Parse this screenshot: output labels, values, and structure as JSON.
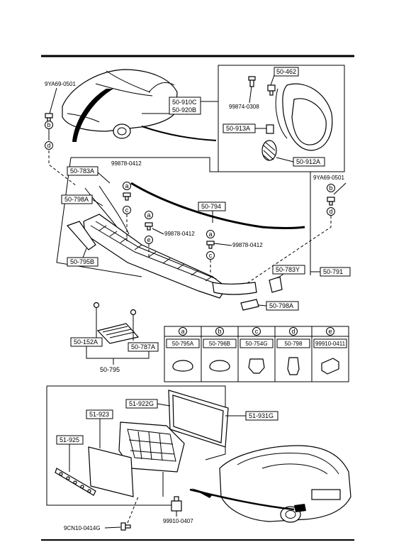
{
  "callouts": {
    "c_9ya69_left": "9YA69-0501",
    "c_50_910c": "50-910C",
    "c_50_920b": "50-920B",
    "c_50_462": "50-462",
    "c_99874_0308": "99874-0308",
    "c_50_913a": "50-913A",
    "c_50_912a": "50-912A",
    "c_9ya69_right": "9YA69-0501",
    "c_50_783a": "50-783A",
    "c_99878_0412_a": "99878-0412",
    "c_50_798a_top": "50-798A",
    "c_50_794": "50-794",
    "c_99878_0412_b": "99878-0412",
    "c_99878_0412_c": "99878-0412",
    "c_50_795b": "50-795B",
    "c_50_783y": "50-783Y",
    "c_50_791": "50-791",
    "c_50_798a_bot": "50-798A",
    "c_50_152a": "50-152A",
    "c_50_787a": "50-787A",
    "c_50_795": "50-795",
    "c_51_922g": "51-922G",
    "c_51_923": "51-923",
    "c_51_931g": "51-931G",
    "c_51_925": "51-925",
    "c_99910_0407": "99910-0407",
    "c_9cn10_0414g": "9CN10-0414G"
  },
  "legend": {
    "items": [
      {
        "letter": "a",
        "part": "50-795A"
      },
      {
        "letter": "b",
        "part": "50-796B"
      },
      {
        "letter": "c",
        "part": "50-754G"
      },
      {
        "letter": "d",
        "part": "50-798"
      },
      {
        "letter": "e",
        "part": "99910-0411"
      }
    ]
  },
  "markers": {
    "a": "a",
    "b": "b",
    "c": "c",
    "d": "d",
    "e": "e"
  }
}
